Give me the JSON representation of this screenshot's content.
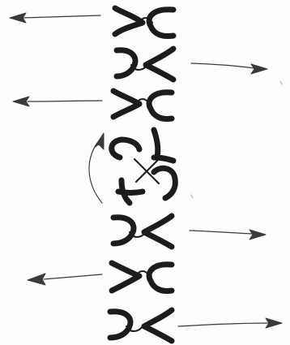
{
  "figure": {
    "description_free": true,
    "ink_color": "#1c1c1c",
    "arrow_color": "#3a3a3a",
    "background_color": "#fdfdfb"
  },
  "glyph_rows": [
    {
      "id": "row-1",
      "orientation": "open-left-pair",
      "arrow_direction": "left"
    },
    {
      "id": "row-2",
      "orientation": "open-right-pair",
      "arrow_direction": "right"
    },
    {
      "id": "row-3",
      "orientation": "open-left-pair",
      "arrow_direction": "left"
    },
    {
      "id": "row-4",
      "orientation": "rotated-cross",
      "arrow_direction": "curved-up"
    },
    {
      "id": "row-5",
      "orientation": "open-right-pair",
      "arrow_direction": "right"
    },
    {
      "id": "row-6",
      "orientation": "open-left-pair",
      "arrow_direction": "left"
    },
    {
      "id": "row-7",
      "orientation": "open-right-pair",
      "arrow_direction": "right"
    }
  ],
  "icons": {
    "arrow": "arrow-icon",
    "curved_arrow": "curved-arrow-icon",
    "glyph_pair": "hand-drawn-bracket-pair"
  }
}
